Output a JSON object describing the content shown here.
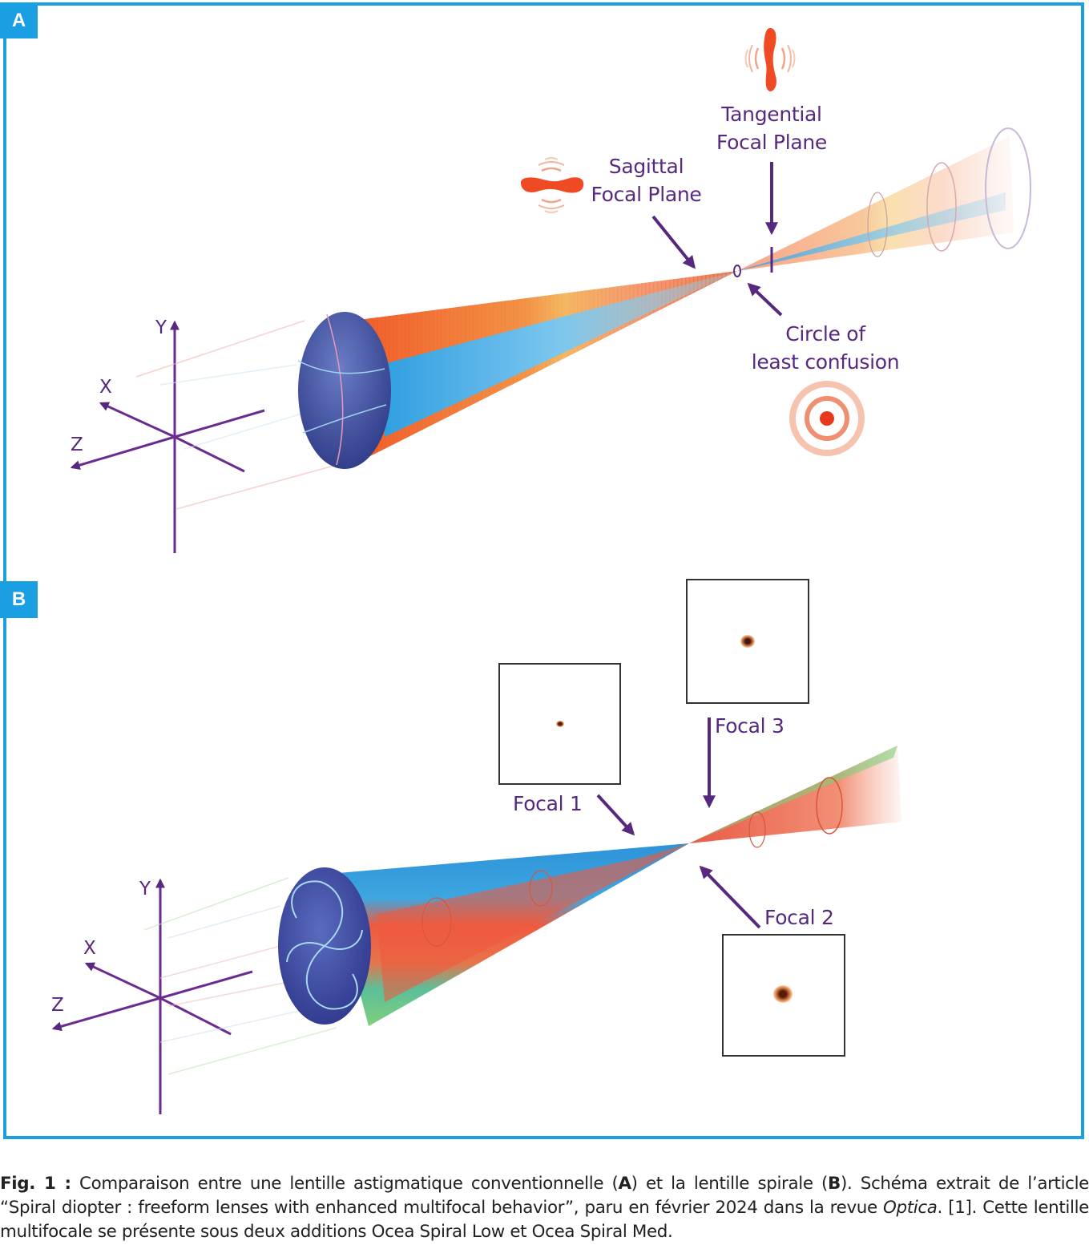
{
  "panels": {
    "a": {
      "tab_label": "A",
      "axes": {
        "y": "Y",
        "x": "X",
        "z": "Z"
      },
      "labels": {
        "tangential": [
          "Tangential",
          "Focal Plane"
        ],
        "sagittal": [
          "Sagittal",
          "Focal Plane"
        ],
        "circle": [
          "Circle of",
          "least confusion"
        ]
      },
      "icons": [
        "tangential-psf-icon",
        "sagittal-psf-icon",
        "circle-psf-icon"
      ]
    },
    "b": {
      "tab_label": "B",
      "axes": {
        "y": "Y",
        "x": "X",
        "z": "Z"
      },
      "labels": {
        "focal1": "Focal 1",
        "focal2": "Focal 2",
        "focal3": "Focal 3"
      }
    }
  },
  "colors": {
    "frame": "#1aa0e2",
    "label": "#56297f",
    "beam_orange": "#f0602e",
    "beam_blue": "#3fa9e6",
    "beam_green": "#7ccf8c",
    "lens": "#3f4f9e"
  },
  "caption": {
    "prefix": "Fig. 1 :",
    "part1": " Comparaison entre une lentille astigmatique conventionnelle (",
    "ref_a": "A",
    "part2": ") et la lentille spirale (",
    "ref_b": "B",
    "part3": "). Schéma extrait de l’article “Spiral diopter : freeform lenses with enhanced multifocal behavior”, paru en février 2024 dans la revue ",
    "journal": "Optica",
    "part4": ". [1]. Cette lentille multifocale se présente sous deux additions Ocea Spiral Low et Ocea Spiral Med."
  }
}
